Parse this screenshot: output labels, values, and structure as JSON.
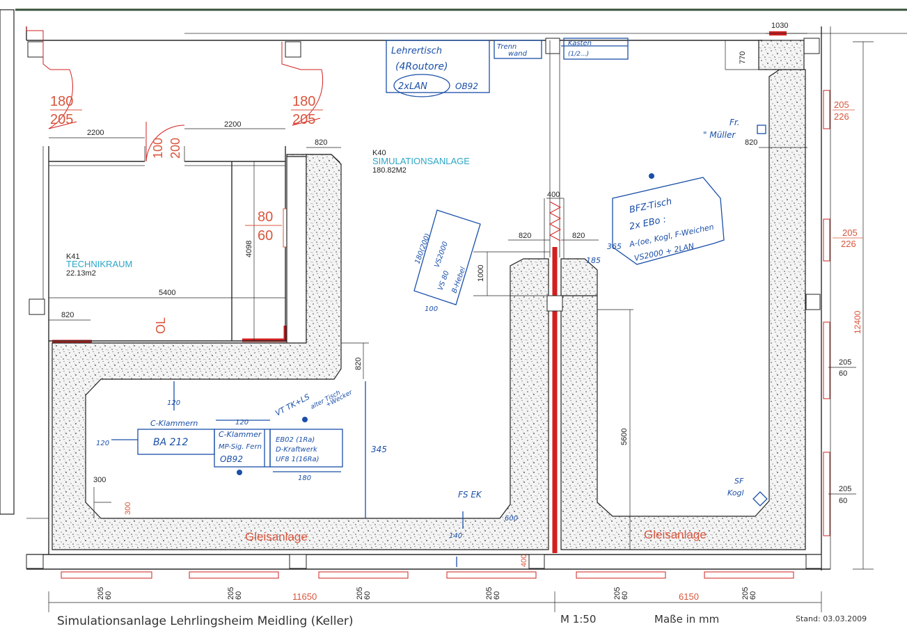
{
  "rooms": {
    "k40": {
      "code": "K40",
      "name": "SIMULATIONSANLAGE",
      "area": "180.82M2"
    },
    "k41": {
      "code": "K41",
      "name": "TECHNIKRAUM",
      "area": "22.13m2"
    }
  },
  "gleis": {
    "left": "Gleisanlage",
    "right": "Gleisanlage"
  },
  "door_labels": {
    "d1_top": "180",
    "d1_bot": "205",
    "d2_top": "180",
    "d2_bot": "205",
    "d3_a": "100",
    "d3_b": "200",
    "d4_top": "80",
    "d4_bot": "60",
    "d5": "OL"
  },
  "window_labels": {
    "w1_top": "205",
    "w1_bot": "226",
    "w2_top": "205",
    "w2_bot": "226",
    "w3_top": "205",
    "w3_bot": "60",
    "w4_top": "205",
    "w4_bot": "60",
    "bottom": [
      "205",
      "60"
    ]
  },
  "dimensions": {
    "d2200a": "2200",
    "d2200b": "2200",
    "d820a": "820",
    "d4098": "4098",
    "d5400": "5400",
    "d820b": "820",
    "d820c": "820",
    "d400a": "400",
    "d820d": "820",
    "d820e": "820",
    "d1000": "1000",
    "d5600": "5600",
    "d300a": "300",
    "d300b": "300",
    "d12400": "12400",
    "d1030": "1030",
    "d770": "770",
    "d820f": "820",
    "d400b": "400",
    "d11650": "11650",
    "d6150": "6150"
  },
  "handwriting": {
    "lehrertisch_1": "Lehrertisch",
    "lehrertisch_2": "(4Routore)",
    "lehrertisch_3": "2xLAN",
    "lehrertisch_4": "OB92",
    "trennwand_1": "Trenn",
    "trennwand_2": "wand",
    "kasten_1": "Kasten",
    "kasten_2": "(1/2...)",
    "frau_1": "Fr.",
    "frau_2": "\" Müller",
    "bfz_1": "BFZ-Tisch",
    "bfz_2": "2x EBo :",
    "bfz_3": "A-(oe, Kogl, F-Weichen",
    "bfz_4": "VS2000 + 2LAN",
    "bfz_365": "365",
    "bfz_185": "185",
    "vs_1": "180(200)",
    "vs_2": "VS2000",
    "vs_3": "VS 80",
    "vs_4": "B-Hebel",
    "vs_100": "100",
    "ba212": "BA 212",
    "ck_label": "C-Klammern",
    "c120a": "120",
    "c120b": "120",
    "c120c": "120",
    "ckl_1": "C-Klammer",
    "ckl_2": "MP-Sig. Fern",
    "ckl_3": "OB92",
    "eb_1": "EB02 (1Ra)",
    "eb_2": "D-Kraftwerk",
    "eb_3": "UF8 1(16Ra)",
    "eb_180": "180",
    "vt_1": "VT TK+LS",
    "vt_2": "alter Tisch",
    "vt_3": "+Wecker",
    "m345": "345",
    "fsek": "FS EK",
    "h140": "140",
    "h600": "600",
    "sf_1": "SF",
    "sf_2": "Kogl"
  },
  "footer": {
    "title": "Simulationsanlage Lehrlingsheim Meidling (Keller)",
    "scale": "M 1:50",
    "units": "Maße in mm",
    "date": "Stand: 03.03.2009"
  },
  "colors": {
    "wall": "#2a2a2a",
    "red_accent": "#d21f1f",
    "handwriting_blue": "#1a4fa8",
    "label_cyan": "#2ba6c8",
    "door_red": "#d9553c"
  }
}
